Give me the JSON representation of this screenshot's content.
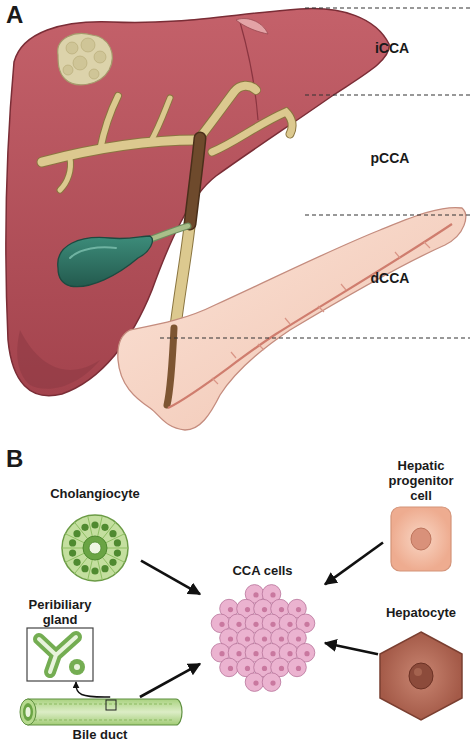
{
  "diagram": {
    "nodes": [
      {
        "text": [
          "Cholangiocyte"
        ]
      },
      {
        "text": [
          "Hepatic progenitor cell"
        ]
      },
      {
        "text": [
          "CCA cells"
        ]
      },
      {
        "text": [
          "Peribiliary gland"
        ]
      },
      {
        "text": [
          "Bile duct"
        ]
      },
      {
        "text": [
          "Hepatocyte"
        ]
      }
    ],
    "edges": [
      {
        "from": 0,
        "to": 2,
        "arrow": "to"
      },
      {
        "from": 1,
        "to": 2,
        "arrow": "to"
      },
      {
        "from": 4,
        "to": 3,
        "arrow": "to"
      },
      {
        "from": 4,
        "to": 2,
        "arrow": "to"
      },
      {
        "from": 5,
        "to": 2,
        "arrow": "to"
      }
    ],
    "labels": [
      "A",
      "iCCA",
      "pCCA",
      "dCCA",
      "B"
    ]
  }
}
